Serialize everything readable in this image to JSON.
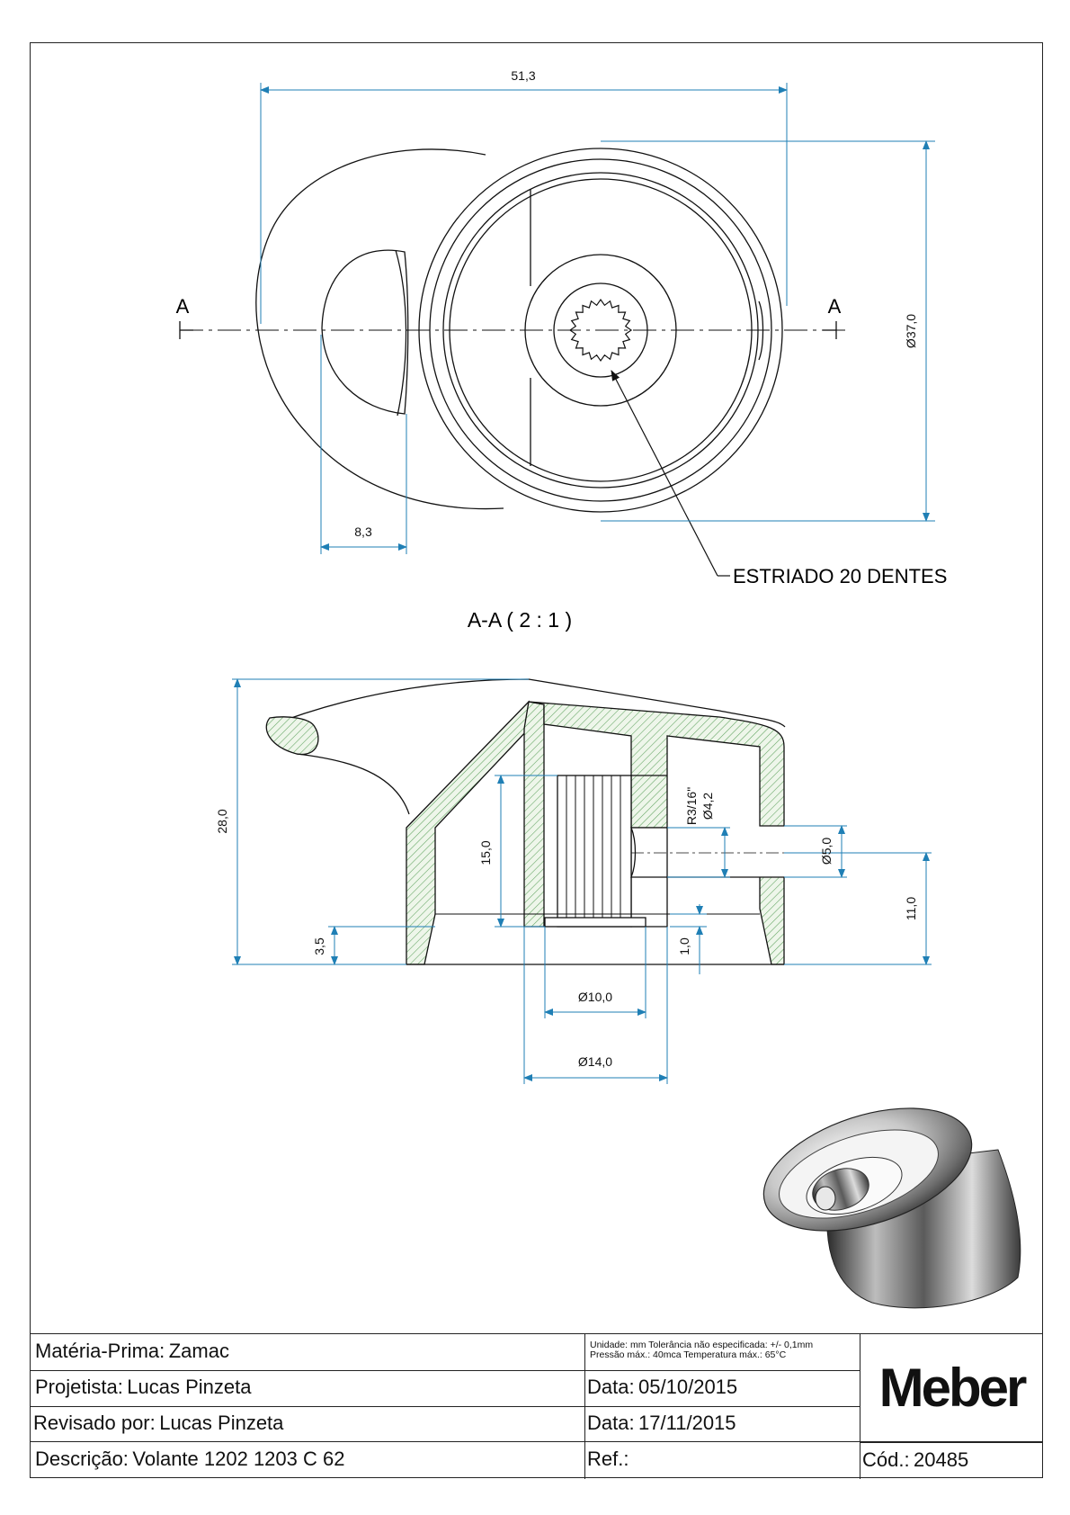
{
  "dimensions": {
    "top_width": "51,3",
    "top_diameter": "Ø37,0",
    "top_slot": "8,3",
    "section_height": "28,0",
    "spline_depth": "15,0",
    "bore_depth": "3,5",
    "hole_offset": "11,0",
    "hole_radius": "R3/16\"",
    "hole_small_dia": "Ø4,2",
    "hole_dia": "Ø5,0",
    "step": "1,0",
    "bore_dia_10": "Ø10,0",
    "bore_dia_14": "Ø14,0"
  },
  "labels": {
    "section_mark_left": "A",
    "section_mark_right": "A",
    "spline_note": "ESTRIADO 20 DENTES",
    "section_title": "A-A ( 2 : 1 )"
  },
  "title_block": {
    "material_label": "Matéria-Prima:",
    "material_value": "Zamac",
    "notes_line1": "Unidade: mm Tolerância não especificada: +/- 0,1mm",
    "notes_line2": "Pressão máx.: 40mca      Temperatura máx.: 65°C",
    "designer_label": "Projetista:",
    "designer_value": "Lucas Pinzeta",
    "date1_label": "Data:",
    "date1_value": "05/10/2015",
    "reviewer_label": "Revisado por:",
    "reviewer_value": "Lucas Pinzeta",
    "date2_label": "Data:",
    "date2_value": "17/11/2015",
    "description_label": "Descrição:",
    "description_value": "Volante 1202 1203 C 62",
    "ref_label": "Ref.:",
    "code_label": "Cód.:",
    "code_value": "20485",
    "logo": "Meber"
  },
  "colors": {
    "dimension": "#1f7fb5",
    "outline": "#111111",
    "hatch": "#5fa35f"
  }
}
